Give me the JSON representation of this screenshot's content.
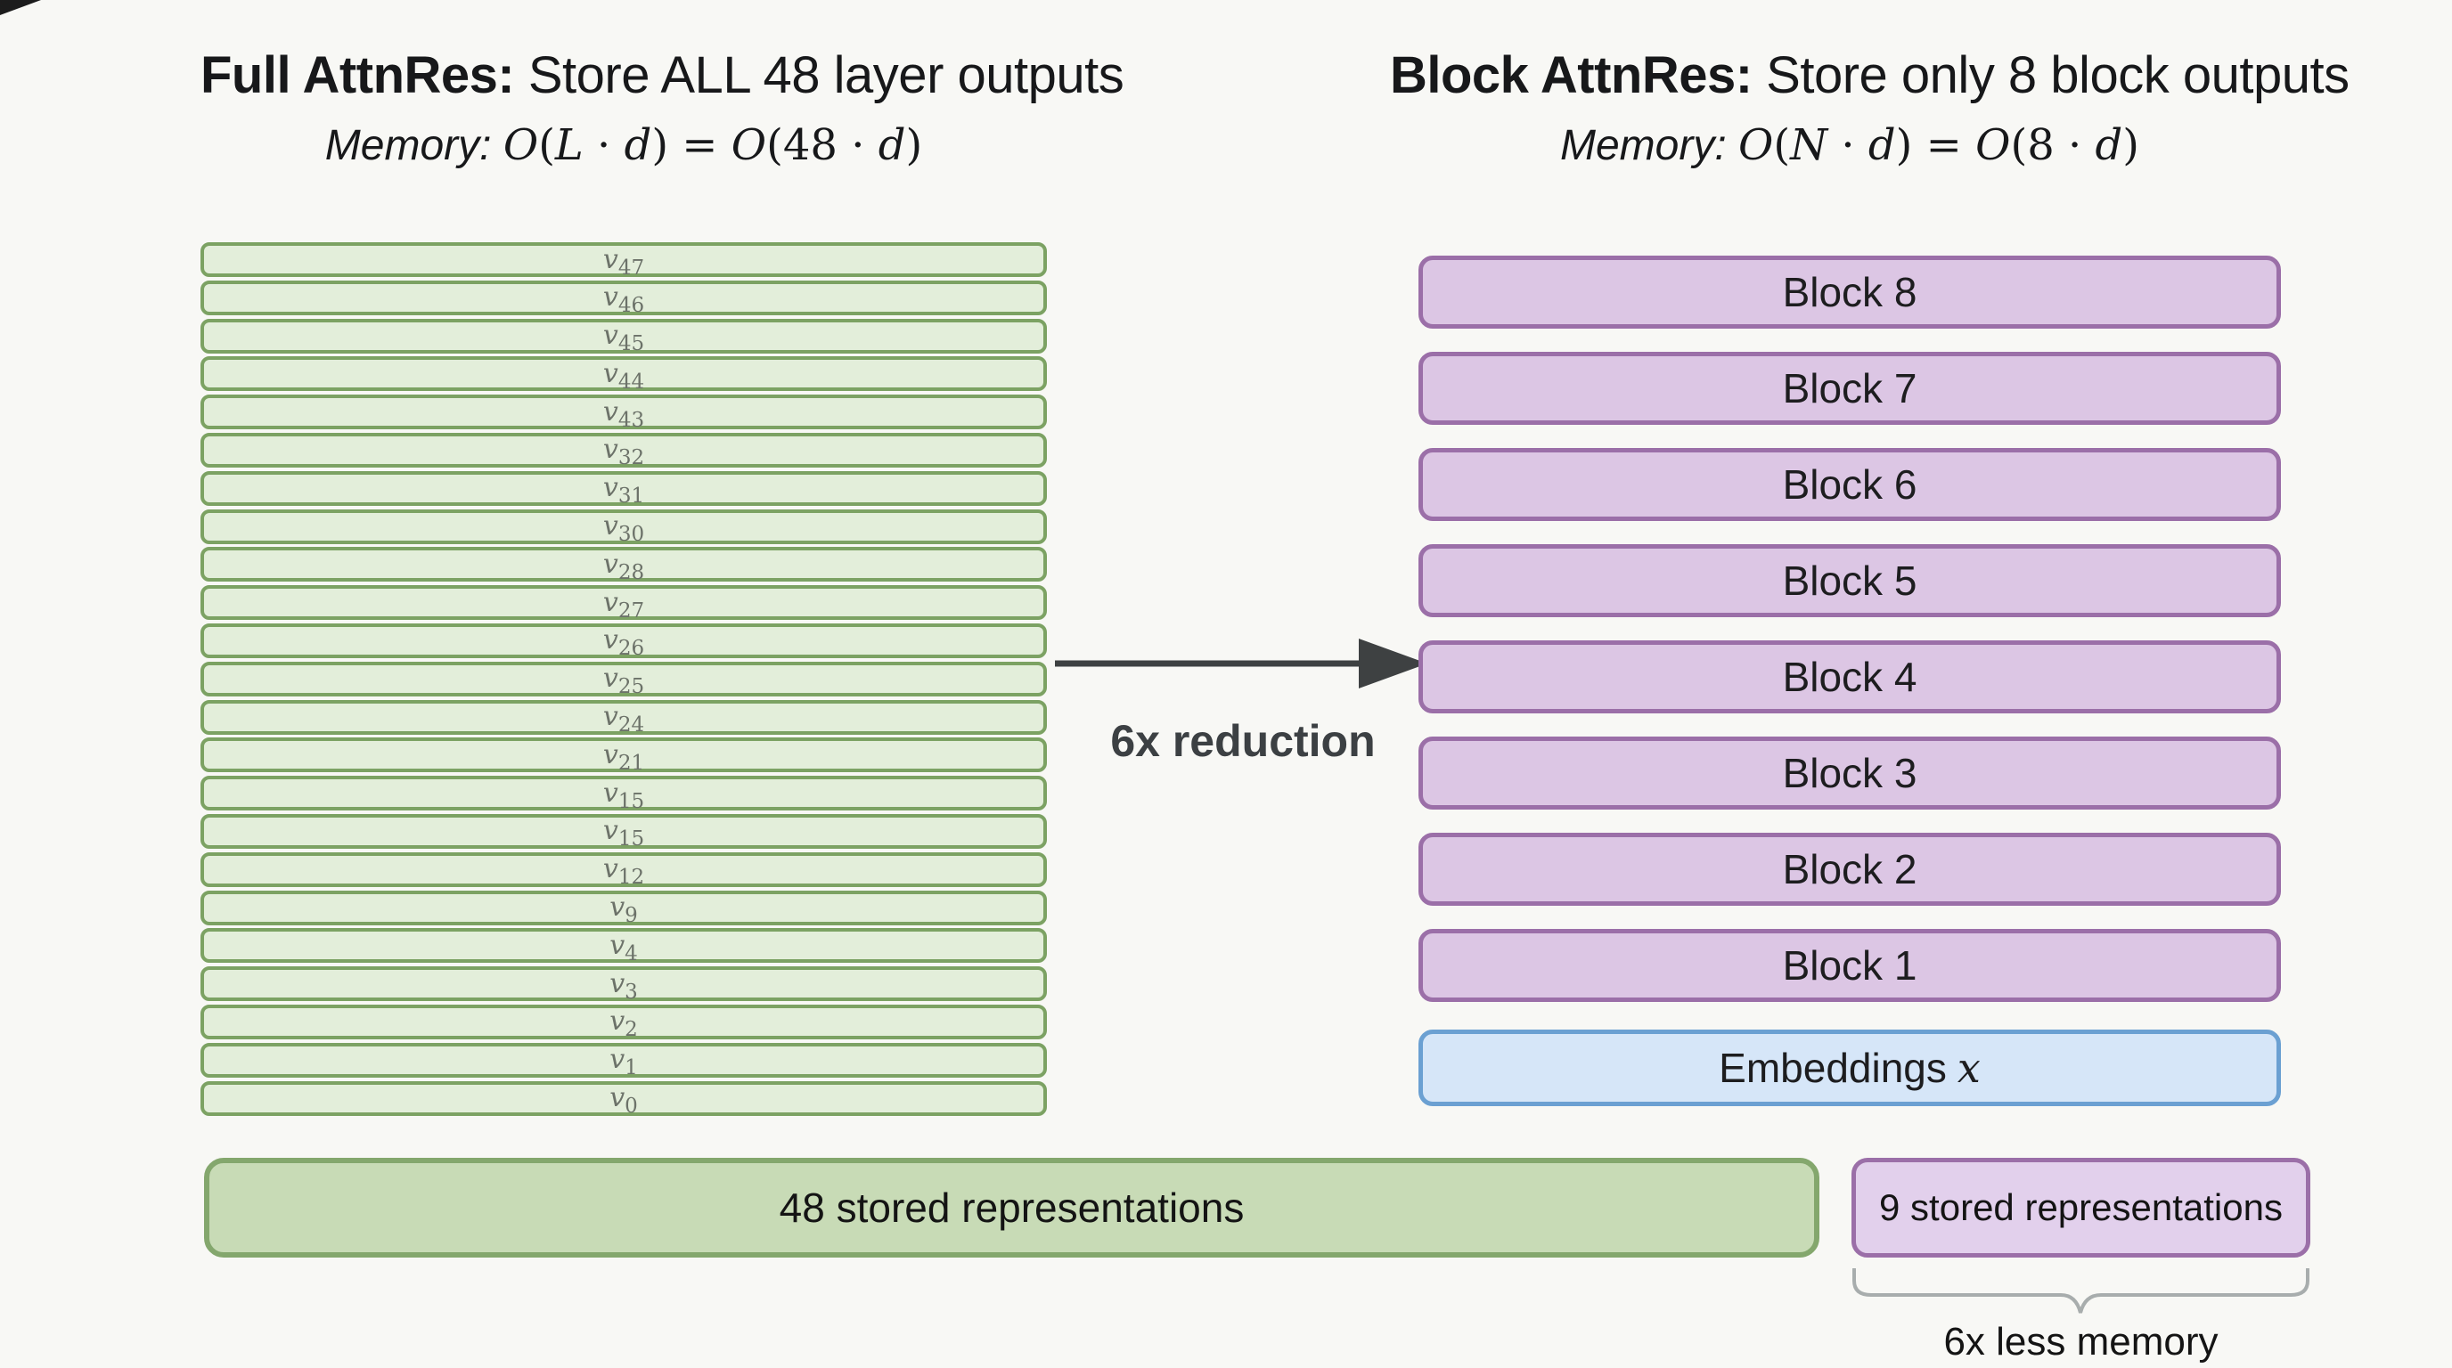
{
  "left_panel": {
    "title_prefix": "Full AttnRes:",
    "title_rest": " Store ALL 48 layer outputs",
    "subtitle_label": "Memory:",
    "subtitle_math": "O(L · d) = O(48 · d)",
    "layer_symbol": "v",
    "layers": [
      "47",
      "46",
      "45",
      "44",
      "43",
      "32",
      "31",
      "30",
      "28",
      "27",
      "26",
      "25",
      "24",
      "21",
      "15",
      "15",
      "12",
      "9",
      "4",
      "3",
      "2",
      "1",
      "0"
    ],
    "summary_label": "48 stored representations"
  },
  "arrow": {
    "label": "6x reduction"
  },
  "right_panel": {
    "title_prefix": "Block AttnRes:",
    "title_rest": " Store only 8 block outputs",
    "subtitle_label": "Memory:",
    "subtitle_math": "O(N · d) = O(8 · d)",
    "blocks": [
      "Block 8",
      "Block 7",
      "Block 6",
      "Block 5",
      "Block 4",
      "Block 3",
      "Block 2",
      "Block 1"
    ],
    "embeddings_label": "Embeddings",
    "embeddings_var": "x",
    "summary_label": "9 stored representations",
    "brace_label": "6x less memory"
  },
  "colors": {
    "background": "#f8f8f5",
    "layer_fill": "#e3eeda",
    "layer_border": "#7ca263",
    "summary_green_fill": "#c8dbb6",
    "summary_green_border": "#84a76d",
    "block_fill": "#dcc6e4",
    "block_border": "#9b6fa8",
    "embed_fill": "#d6e6f8",
    "embed_border": "#6ba0d2",
    "arrow": "#3e4142",
    "brace": "#a8adad",
    "layer_label_text": "#6c7269"
  }
}
